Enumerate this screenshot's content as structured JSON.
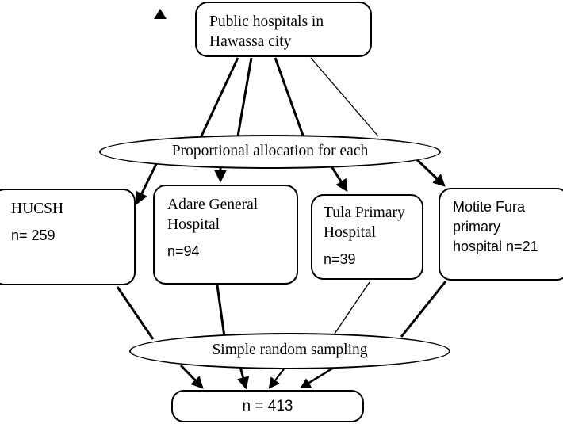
{
  "diagram": {
    "title": "Sampling procedure flowchart",
    "marker": "up-triangle-marker",
    "colors": {
      "stroke": "#000000",
      "fill": "#ffffff",
      "text": "#000000"
    },
    "nodes": {
      "source": {
        "id": "public-hospitals",
        "shape": "rounded-rect",
        "label": "Public hospitals in\nHawassa city"
      },
      "allocation": {
        "id": "proportional-allocation",
        "shape": "ellipse",
        "label": "Proportional allocation for each"
      },
      "hospitals": [
        {
          "id": "hucsh",
          "shape": "rounded-rect",
          "name": "HUCSH",
          "count_label": "n= 259",
          "n": 259,
          "name_font": "serif"
        },
        {
          "id": "adare-general-hospital",
          "shape": "rounded-rect",
          "name": "Adare General\nHospital",
          "count_label": "n=94",
          "n": 94,
          "name_font": "serif"
        },
        {
          "id": "tula-primary-hospital",
          "shape": "rounded-rect",
          "name": "Tula Primary\nHospital",
          "count_label": "n=39",
          "n": 39,
          "name_font": "serif"
        },
        {
          "id": "motite-fura-primary-hospital",
          "shape": "rounded-rect",
          "name": "Motite Fura\nprimary\nhospital n=21",
          "count_label": "",
          "n": 21,
          "name_font": "sans"
        }
      ],
      "sampling": {
        "id": "simple-random-sampling",
        "shape": "ellipse",
        "label": "Simple random sampling"
      },
      "result": {
        "id": "total-sample",
        "shape": "rounded-rect",
        "label": "n = 413",
        "n": 413
      }
    },
    "edges": {
      "source_to_allocation_count": 4,
      "allocation_to_hospitals_count": 4,
      "hospitals_to_sampling_count": 4,
      "sampling_to_result_count": 4
    }
  }
}
